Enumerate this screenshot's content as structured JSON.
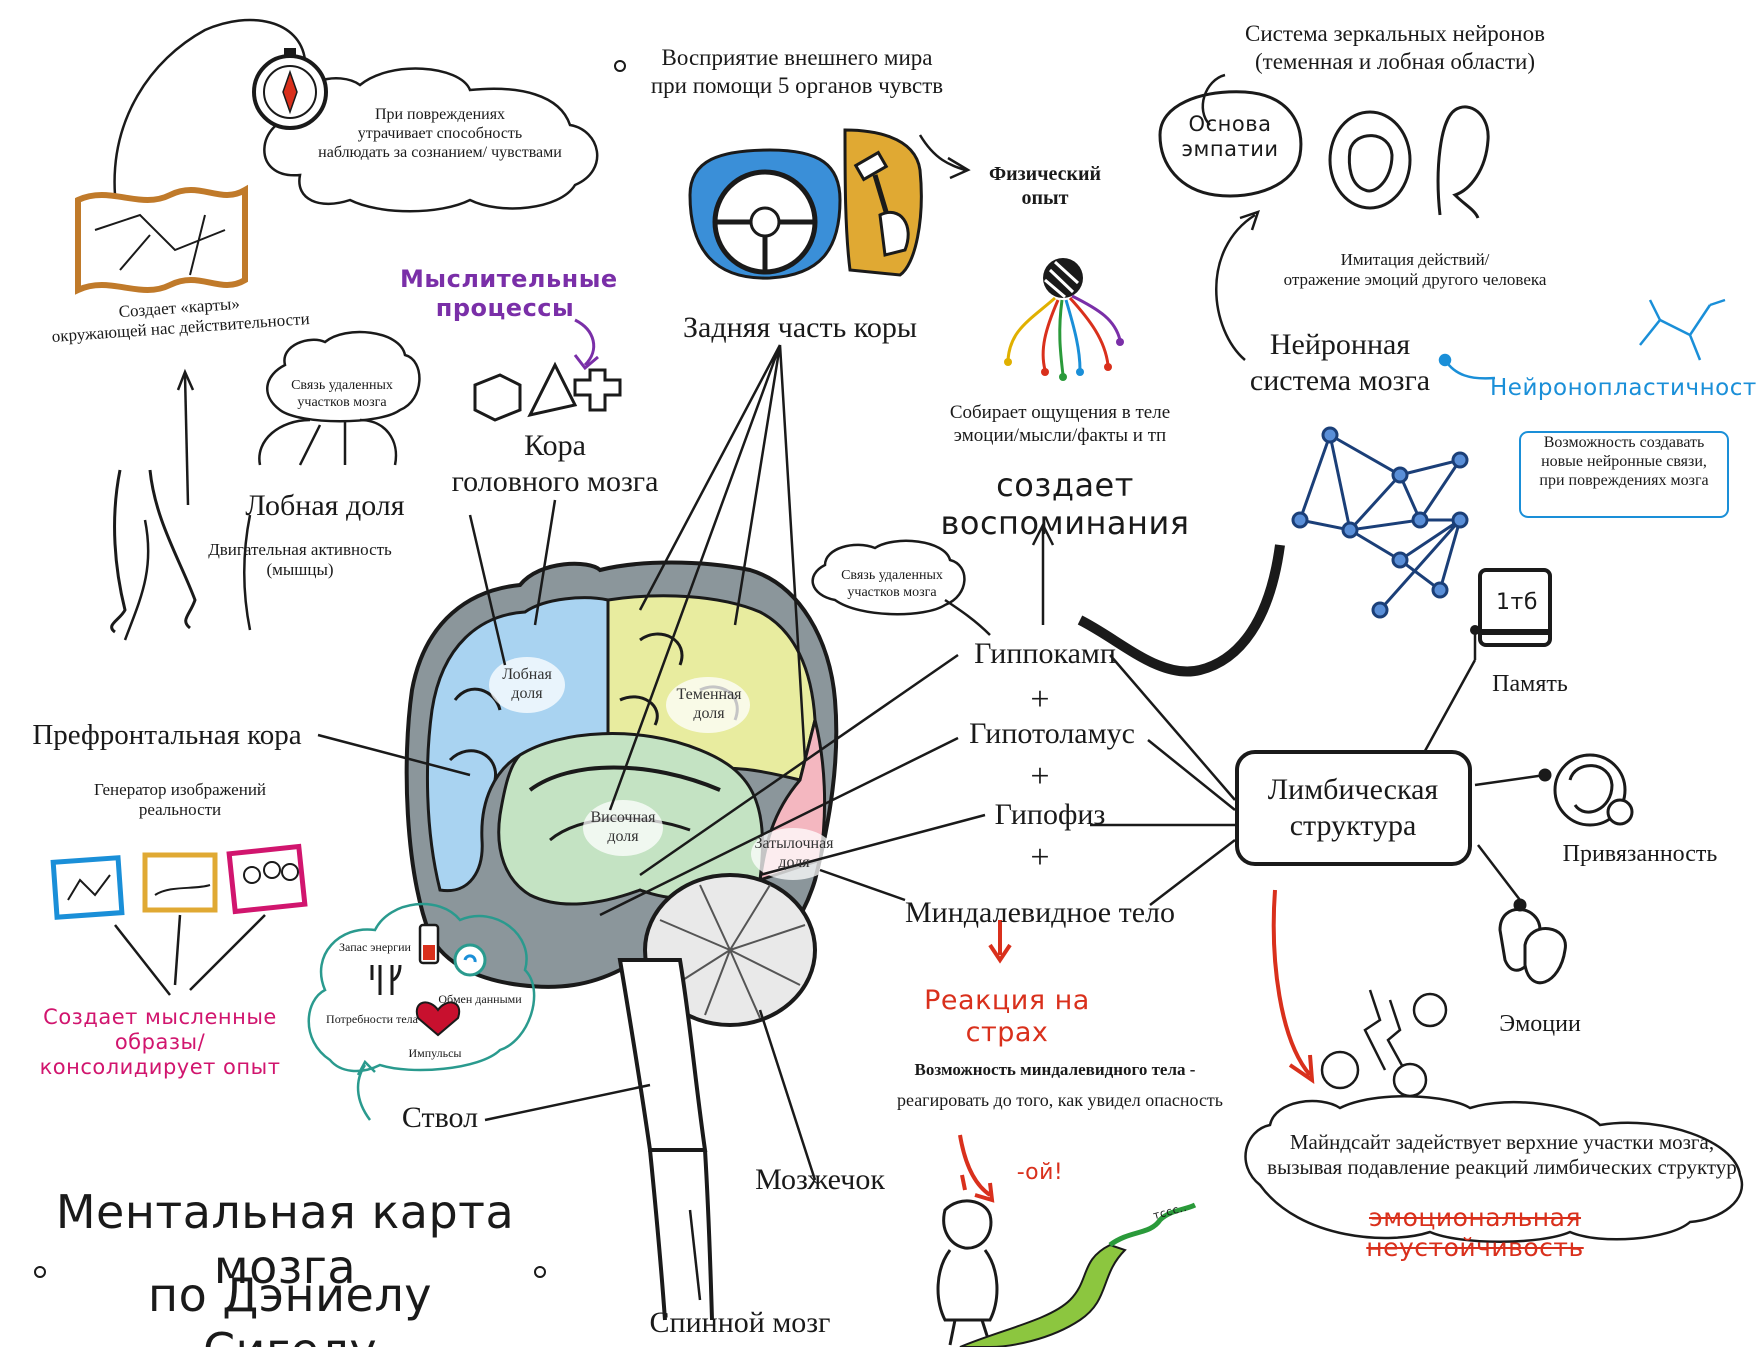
{
  "title": {
    "line1": "Ментальная карта мозга",
    "line2": "по Дэниелу Сигелу"
  },
  "colors": {
    "frontal": "#a9d3f1",
    "parietal": "#e8ec9f",
    "occipital": "#f4b7c0",
    "temporal": "#c4e3c3",
    "cortex_outline": "#8b969b",
    "cerebellum": "#e9e9e9",
    "purple": "#7a2fa8",
    "blue": "#1a8fd8",
    "magenta": "#d1156e",
    "red": "#d9301c"
  },
  "brain": {
    "lobes": {
      "frontal": "Лобная\nдоля",
      "parietal": "Теменная\nдоля",
      "temporal": "Височная\nдоля",
      "occipital": "Затылочная\nдоля"
    }
  },
  "top": {
    "perception": "Восприятие внешнего мира\nпри помощи 5 органов чувств",
    "physical_experience": "Физический\nопыт",
    "posterior_cortex": "Задняя часть коры",
    "collects": "Собирает ощущения в теле\nэмоции/мысли/факты и тп",
    "creates_memories": "создает воспоминания"
  },
  "left": {
    "damage_note": "При повреждениях\nутрачивает способность\nнаблюдать за сознанием/ чувствами",
    "creates_maps": "Создает «карты»\nокружающей нас действительности",
    "thinking_processes": "Мыслительные\nпроцессы",
    "cortex": "Кора\nголовного мозга",
    "distant_link": "Связь удаленных\nучастков мозга",
    "frontal_lobe": "Лобная доля",
    "motor": "Двигательная активность\n(мышцы)",
    "prefrontal": "Префронтальная кора",
    "image_generator": "Генератор изображений\nреальности",
    "creates_images": "Создает мысленные образы/\nконсолидирует опыт"
  },
  "stem": {
    "energy": "Запас энергии",
    "exchange": "Обмен данными",
    "needs": "Потребности тела",
    "impulses": "Импульсы",
    "stem_label": "Ствол",
    "cerebellum": "Мозжечок",
    "spinal": "Спинной мозг"
  },
  "center": {
    "distant_link": "Связь удаленных\nучастков мозга",
    "hippocampus": "Гиппокамп",
    "hypothalamus": "Гипотоламус",
    "pituitary": "Гипофиз",
    "amygdala": "Миндалевидное тело",
    "plus": "+",
    "fear_reaction": "Реакция на страх",
    "amygdala_title": "Возможность миндалевидного тела -",
    "amygdala_desc": "реагировать до того, как увидел опасность",
    "oi": "-ой!",
    "snake_sound": "тссс.."
  },
  "right": {
    "mirror_title": "Система зеркальных нейронов\n(теменная и лобная области)",
    "empathy": "Основа\nэмпатии",
    "imitation": "Имитация действий/\nотражение эмоций другого человека",
    "neural_system": "Нейронная\nсистема мозга",
    "neuroplasticity": "Нейронопластичность",
    "neuro_desc": "Возможность создавать\nновые нейронные связи,\nпри повреждениях мозга",
    "one_tb": "1тб",
    "memory": "Память",
    "limbic": "Лимбическая\nструктура",
    "attachment": "Привязанность",
    "emotions": "Эмоции",
    "mindsight": "Майндсайт задействует верхние участки мозга,\nвызывая подавление реакций лимбических структур",
    "instability": "эмоциональная неустойчивость"
  }
}
